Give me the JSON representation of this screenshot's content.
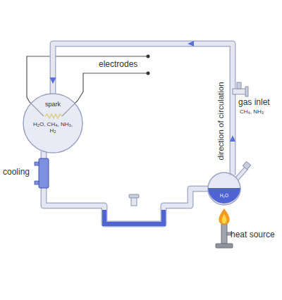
{
  "diagram": {
    "nodes": [
      {
        "text": [
          "spark",
          "H₂O, CH₄, NH₃, H₂"
        ]
      },
      {
        "text": [
          "H₂O"
        ]
      }
    ],
    "edges": [
      {
        "from": 1,
        "to": 0,
        "arrow": "to"
      },
      {
        "from": 0,
        "to": 1,
        "arrow": "none"
      }
    ],
    "labels": [
      "electrodes",
      "cooling",
      "direction of circulation",
      "gas inlet",
      "CH₄, NH₃",
      "heat source"
    ]
  }
}
